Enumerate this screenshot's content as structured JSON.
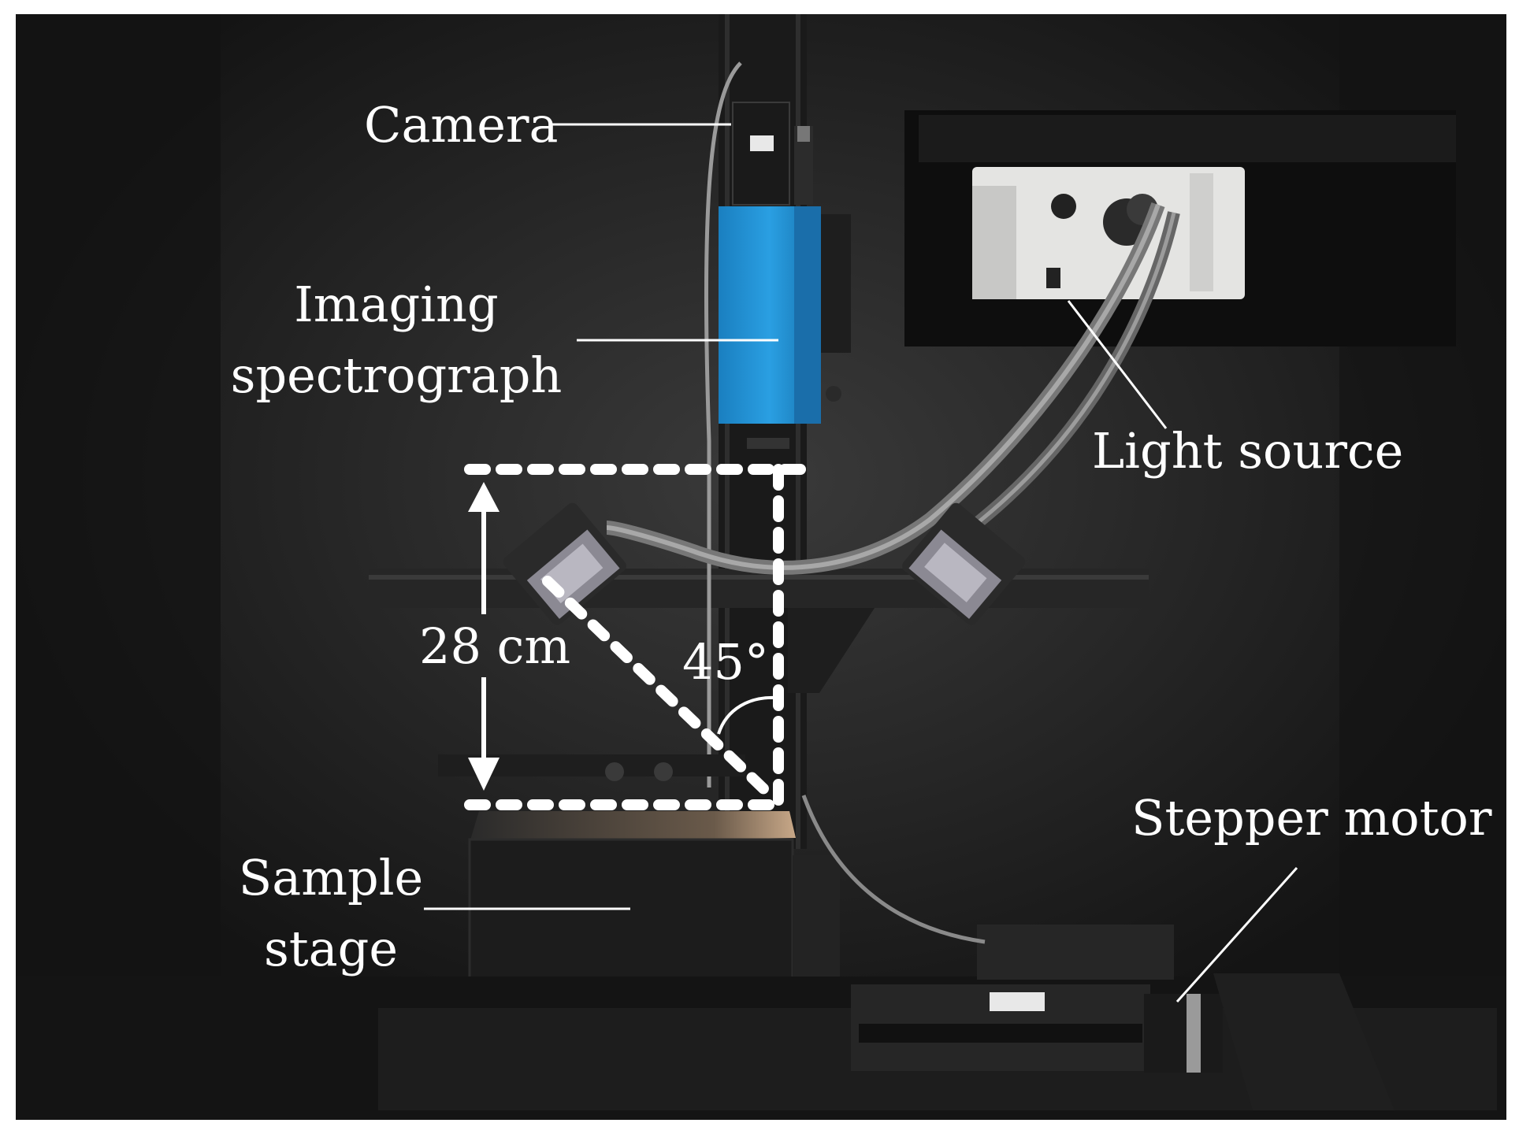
{
  "labels": {
    "camera": "Camera",
    "imaging_line1": "Imaging",
    "imaging_line2": "spectrograph",
    "light_source": "Light source",
    "distance": "28 cm",
    "angle": "45°",
    "sample_line1": "Sample",
    "sample_line2": "stage",
    "stepper_motor": "Stepper motor"
  },
  "colors": {
    "background": "#1c1c1c",
    "spectrograph_blue": "#1e8fd2",
    "light_box": "#e4e4e2",
    "label_text": "#ffffff",
    "dashed_guides": "#ffffff"
  }
}
